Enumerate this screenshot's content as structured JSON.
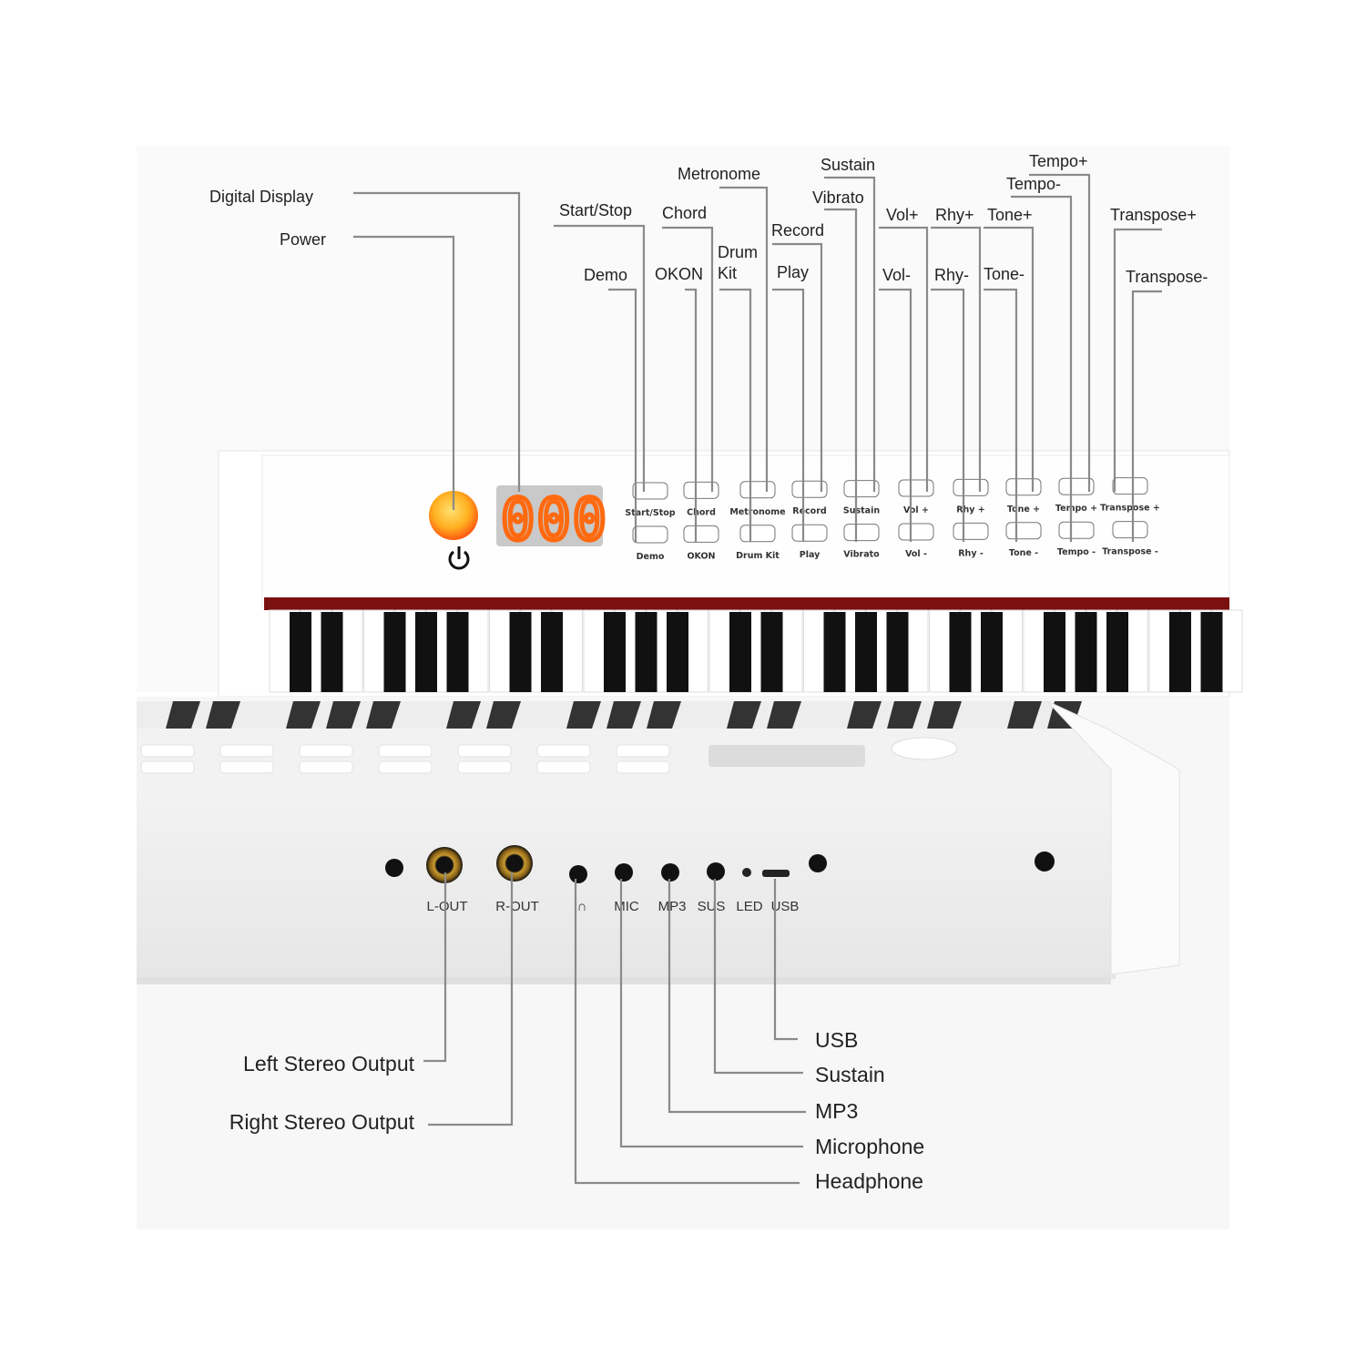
{
  "top_callouts": {
    "digital_display": "Digital Display",
    "power": "Power",
    "demo": "Demo",
    "start_stop": "Start/Stop",
    "okon": "OKON",
    "chord": "Chord",
    "drum_kit_1": "Drum",
    "drum_kit_2": "Kit",
    "metronome": "Metronome",
    "play": "Play",
    "record": "Record",
    "vibrato": "Vibrato",
    "sustain": "Sustain",
    "vol_minus": "Vol-",
    "vol_plus": "Vol+",
    "rhy_minus": "Rhy-",
    "rhy_plus": "Rhy+",
    "tone_minus": "Tone-",
    "tone_plus": "Tone+",
    "tempo_minus": "Tempo-",
    "tempo_plus": "Tempo+",
    "transpose_plus": "Transpose+",
    "transpose_minus": "Transpose-"
  },
  "panel": {
    "display_value": "000",
    "display_color": "#ff6a10",
    "power_color": "#ffb020",
    "top_row": [
      "Start/Stop",
      "Chord",
      "Metronome",
      "Record",
      "Sustain",
      "Vol +",
      "Rhy +",
      "Tone +",
      "Tempo +",
      "Transpose +"
    ],
    "bottom_row": [
      "Demo",
      "OKON",
      "Drum Kit",
      "Play",
      "Vibrato",
      "Vol -",
      "Rhy -",
      "Tone -",
      "Tempo -",
      "Transpose -"
    ]
  },
  "jacks": {
    "l_out": "L-OUT",
    "r_out": "R-OUT",
    "headphone_symbol": "∩",
    "mic": "MIC",
    "mp3": "MP3",
    "sus": "SUS",
    "led": "LED",
    "usb": "USB"
  },
  "bottom_callouts": {
    "left_stereo": "Left Stereo Output",
    "right_stereo": "Right Stereo Output",
    "usb": "USB",
    "sustain": "Sustain",
    "mp3": "MP3",
    "microphone": "Microphone",
    "headphone": "Headphone"
  }
}
